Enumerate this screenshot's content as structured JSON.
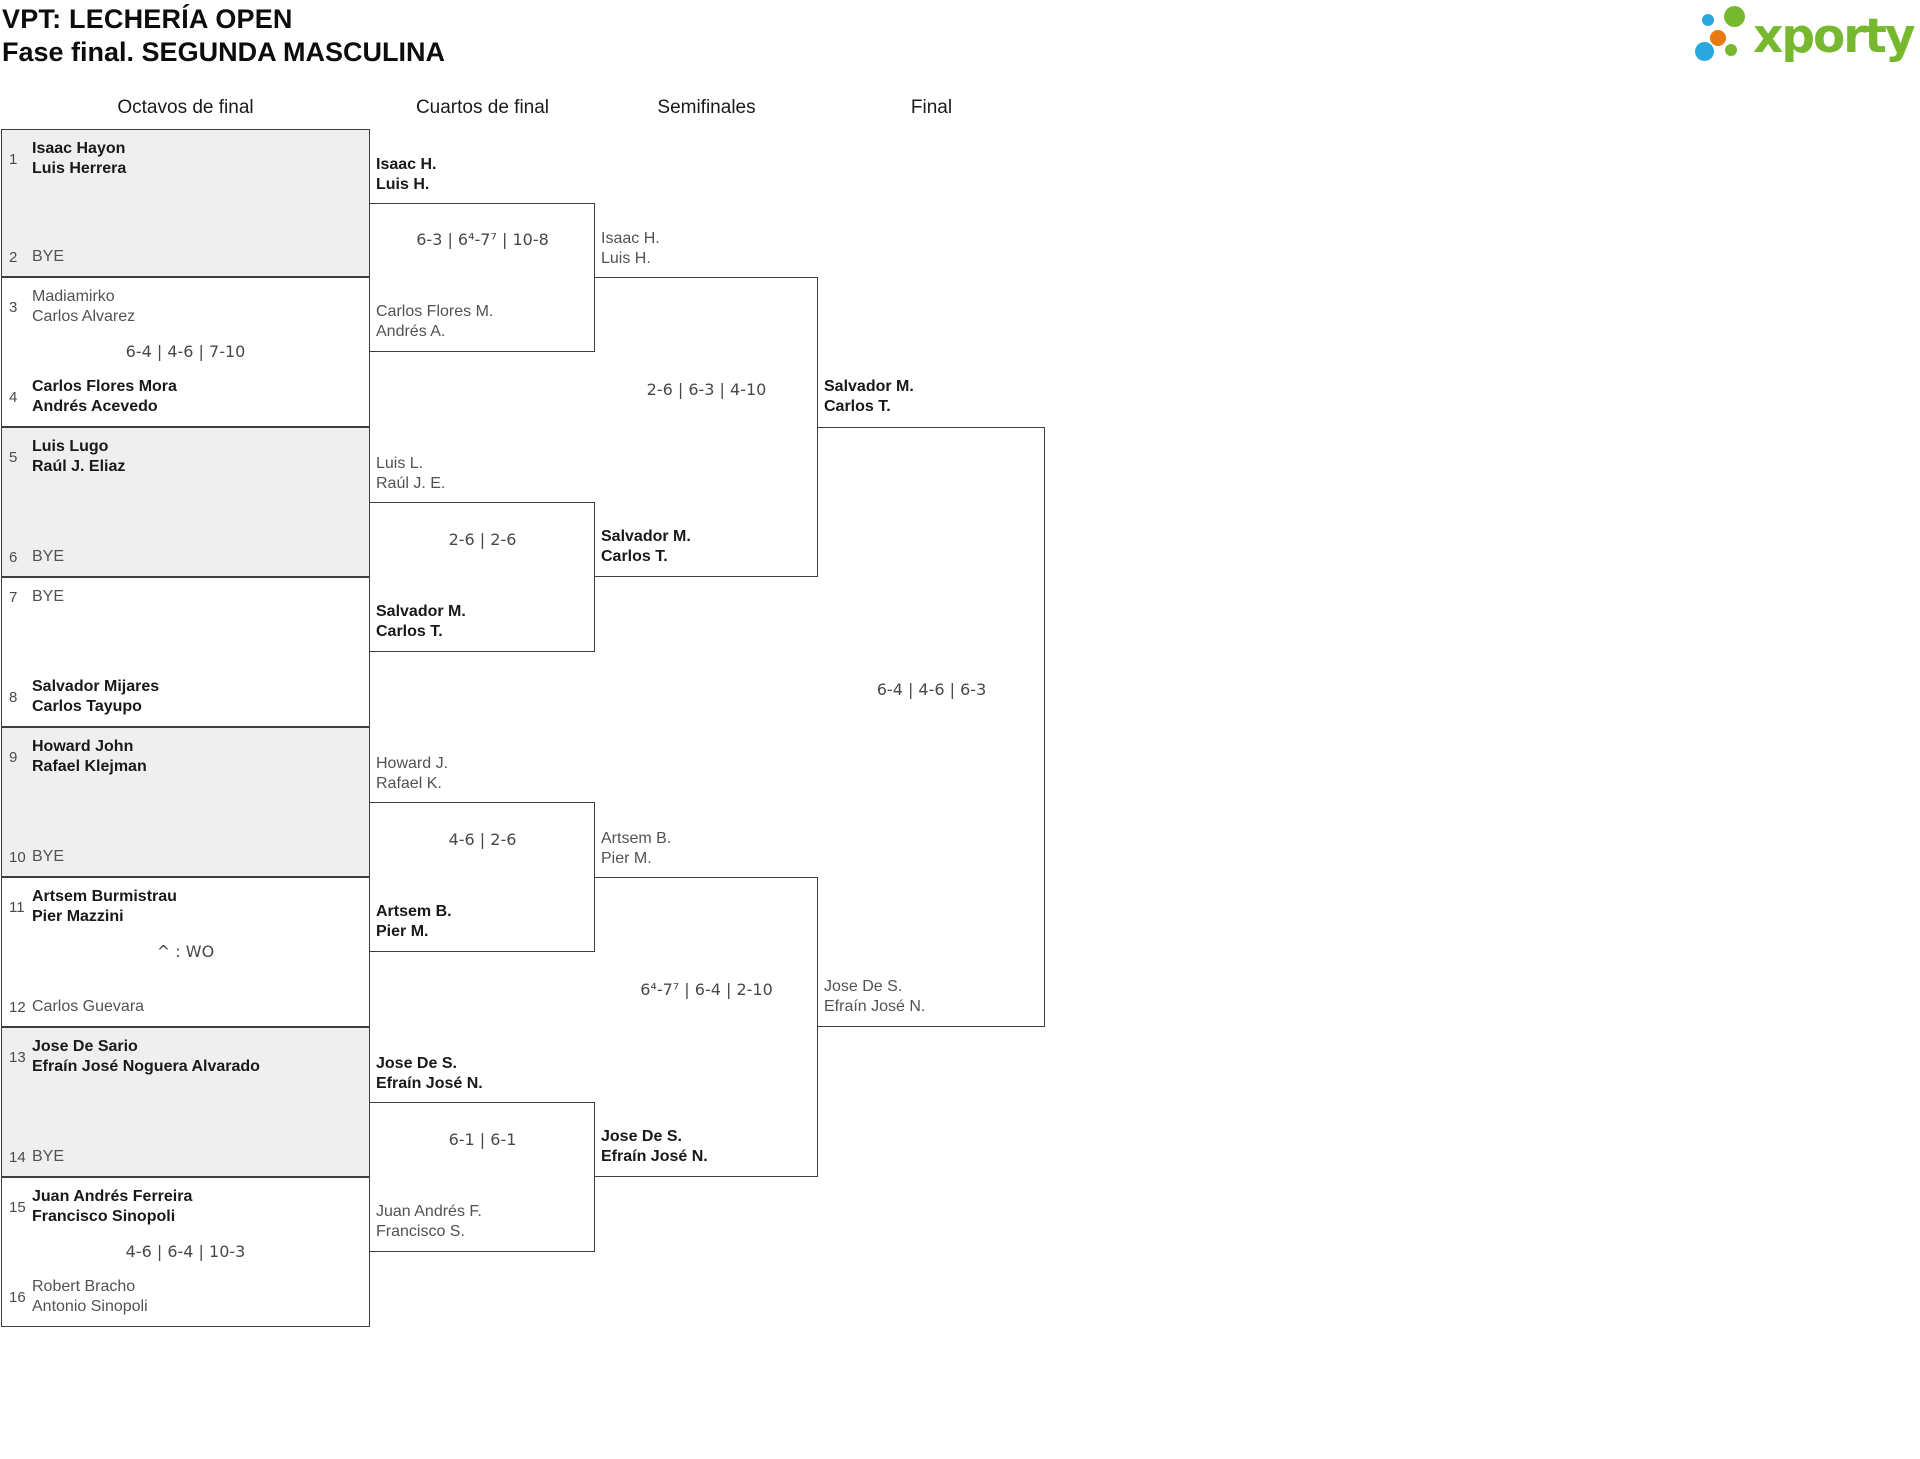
{
  "header": {
    "title_line1": "VPT: LECHERÍA OPEN",
    "title_line2": "Fase final. SEGUNDA MASCULINA"
  },
  "logo": {
    "brand": "xporty"
  },
  "colors": {
    "brand_green": "#76b82e",
    "brand_blue": "#29a8e0",
    "brand_orange": "#e8790f",
    "bracket_shade": "#efefef",
    "bracket_border": "#3e3e3e"
  },
  "round_headers": [
    "Octavos de final",
    "Cuartos de final",
    "Semifinales",
    "Final"
  ],
  "round1": [
    {
      "top": {
        "seed": "1",
        "lines": [
          "Isaac Hayon",
          "Luis Herrera"
        ],
        "winner": true
      },
      "bottom": {
        "seed": "2",
        "lines": [
          "BYE"
        ],
        "winner": false
      }
    },
    {
      "top": {
        "seed": "3",
        "lines": [
          "Madiamirko",
          "Carlos Alvarez"
        ],
        "winner": false
      },
      "score": "6-4 | 4-6 | 7-10",
      "bottom": {
        "seed": "4",
        "lines": [
          "Carlos Flores Mora",
          "Andrés Acevedo"
        ],
        "winner": true
      }
    },
    {
      "top": {
        "seed": "5",
        "lines": [
          "Luis Lugo",
          "Raúl J. Eliaz"
        ],
        "winner": true
      },
      "bottom": {
        "seed": "6",
        "lines": [
          "BYE"
        ],
        "winner": false
      }
    },
    {
      "top": {
        "seed": "7",
        "lines": [
          "BYE"
        ],
        "winner": false
      },
      "bottom": {
        "seed": "8",
        "lines": [
          "Salvador Mijares",
          "Carlos Tayupo"
        ],
        "winner": true
      }
    },
    {
      "top": {
        "seed": "9",
        "lines": [
          "Howard John",
          "Rafael Klejman"
        ],
        "winner": true
      },
      "bottom": {
        "seed": "10",
        "lines": [
          "BYE"
        ],
        "winner": false
      }
    },
    {
      "top": {
        "seed": "11",
        "lines": [
          "Artsem Burmistrau",
          "Pier Mazzini"
        ],
        "winner": true
      },
      "score": "^ : WO",
      "bottom": {
        "seed": "12",
        "lines": [
          "Carlos Guevara"
        ],
        "winner": false
      }
    },
    {
      "top": {
        "seed": "13",
        "lines": [
          "Jose De Sario",
          "Efraín José Noguera Alvarado"
        ],
        "winner": true
      },
      "bottom": {
        "seed": "14",
        "lines": [
          "BYE"
        ],
        "winner": false
      }
    },
    {
      "top": {
        "seed": "15",
        "lines": [
          "Juan Andrés Ferreira",
          "Francisco Sinopoli"
        ],
        "winner": true
      },
      "score": "4-6 | 6-4 | 10-3",
      "bottom": {
        "seed": "16",
        "lines": [
          "Robert Bracho",
          "Antonio Sinopoli"
        ],
        "winner": false
      }
    }
  ],
  "round2": [
    {
      "top": {
        "lines": [
          "Isaac H.",
          "Luis H."
        ],
        "winner": true
      },
      "score": "6-3 | 6⁴-7⁷ | 10-8",
      "bottom": {
        "lines": [
          "Carlos Flores M.",
          "Andrés A."
        ],
        "winner": false
      }
    },
    {
      "top": {
        "lines": [
          "Luis L.",
          "Raúl J. E."
        ],
        "winner": false
      },
      "score": "2-6 | 2-6",
      "bottom": {
        "lines": [
          "Salvador M.",
          "Carlos T."
        ],
        "winner": true
      }
    },
    {
      "top": {
        "lines": [
          "Howard J.",
          "Rafael K."
        ],
        "winner": false
      },
      "score": "4-6 | 2-6",
      "bottom": {
        "lines": [
          "Artsem B.",
          "Pier M."
        ],
        "winner": true
      }
    },
    {
      "top": {
        "lines": [
          "Jose De S.",
          "Efraín José N."
        ],
        "winner": true
      },
      "score": "6-1 | 6-1",
      "bottom": {
        "lines": [
          "Juan Andrés F.",
          "Francisco S."
        ],
        "winner": false
      }
    }
  ],
  "round3": [
    {
      "top": {
        "lines": [
          "Isaac H.",
          "Luis H."
        ],
        "winner": false
      },
      "score": "2-6 | 6-3 | 4-10",
      "bottom": {
        "lines": [
          "Salvador M.",
          "Carlos T."
        ],
        "winner": true
      }
    },
    {
      "top": {
        "lines": [
          "Artsem B.",
          "Pier M."
        ],
        "winner": false
      },
      "score": "6⁴-7⁷ | 6-4 | 2-10",
      "bottom": {
        "lines": [
          "Jose De S.",
          "Efraín José N."
        ],
        "winner": true
      }
    }
  ],
  "round4": [
    {
      "top": {
        "lines": [
          "Salvador M.",
          "Carlos T."
        ],
        "winner": true
      },
      "score": "6-4 | 4-6 | 6-3",
      "bottom": {
        "lines": [
          "Jose De S.",
          "Efraín José N."
        ],
        "winner": false
      }
    }
  ]
}
